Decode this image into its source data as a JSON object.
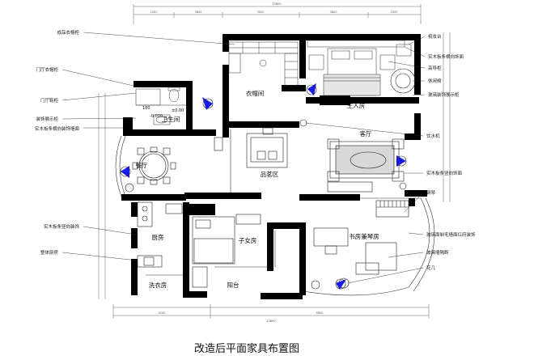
{
  "title": "改造后平面家具布置图",
  "rooms": {
    "cloakroom": "衣帽间",
    "master_bedroom": "主人房",
    "bathroom": "卫生间",
    "living_room": "客厅",
    "dining_room": "餐厅",
    "tea_area": "品茗区",
    "kitchen": "厨房",
    "child_room": "子女房",
    "study": "书房兼琴房",
    "laundry": "洗衣房",
    "balcony": "阳台"
  },
  "left_notes": [
    "成品衣帽柜",
    "门厅衣帽柜",
    "门厅鞋柜",
    "装饰展示柜",
    "实木板条横向装饰墙面",
    "实木板条竖向装饰",
    "整体厨房"
  ],
  "right_notes": [
    "梳妆台",
    "实木板条横向饰面",
    "高导柜",
    "休闲椅",
    "玻璃装饰展示柜",
    "饮水机",
    "实木板条竖向饰面",
    "钢琴",
    "玻璃面制毛墙面红府装饰",
    "玻璃墙隔断",
    "花几"
  ],
  "bath_marks": {
    "door": "180",
    "level1": "±0.00",
    "level2": "-0.020"
  },
  "dimensions": {
    "top_total": "13800",
    "top_segments": [
      "2000",
      "3800",
      "3000",
      "3800",
      "2000"
    ],
    "bottom_total": "13800",
    "bottom_segments": [
      "4200",
      "9600"
    ]
  }
}
